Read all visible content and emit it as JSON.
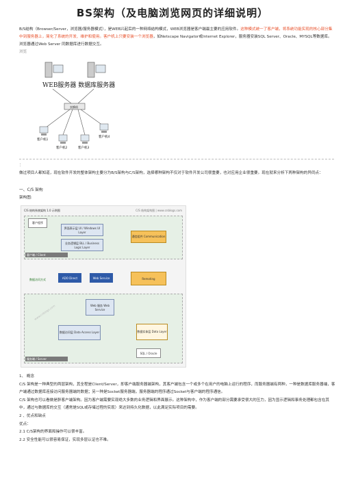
{
  "title": "BS架构（及电脑浏览网页的详细说明）",
  "intro": {
    "part1": "B/S结构（Browser/Server，浏览器/服务器模式），是WEB兴起后的一种网络结构模式，WEB浏览器是客户端最主要的应用软件。",
    "part2": "这种模式统一了客户端，将系统功能实现的核心部分集中到服务器上，简化了系统的开发、维护和使用。客户机上只要安装一个浏览器",
    "part3": "，如Netscape Navigator或Internet Explorer，服务器安装SQL Server、Oracle、MYSQL等数据库。浏览器通过Web Server 同数据库进行数据交互。",
    "more": "浏览"
  },
  "diagram1": {
    "server_label": "WEB服务器 数据库服务器",
    "hub_label": "交换机",
    "clients": [
      "客户机1",
      "客户机2",
      "客户机3",
      "客户机4"
    ]
  },
  "separator_mark": "：",
  "paragraph": "做过项目人都知道，现在软件开发的整体架构主要分为B/S架构与C/S架构，选择哪种架构不仅对于软件开发公司很重要，也对应用企业很重要。现在就来分析下两种架构的异同点：",
  "section_heading": "一、C/S 架构",
  "diagram_caption": "架构图:",
  "diagram2": {
    "header": "C/S 结构系统架构 1.0 示例图",
    "site": "C/S 结构架构图 | www.cnblogs.com",
    "client_app": "客户程序",
    "ui_layer": "界面表示层 UI / Windows UI Layer",
    "bll_layer": "业务逻辑层 BLL / Business Logic Layer",
    "comm_layer": "通信组件 Communication",
    "client_zone": "客户端 / Client",
    "ado": "ADO Direct",
    "webservice": "Web Service",
    "remoting": "Remoting",
    "access_note": "数据访问方式",
    "web_layer": "Web 服务 Web Service",
    "dal_layer": "数据访问层 Data Access Layer",
    "entity_layer": "数据实体层 Data Layer",
    "db": "SQL / Oracle",
    "server_zone": "服务端 / Server",
    "watermark": "www.cnblogs.com"
  },
  "body": {
    "concept_heading": "1、 概念",
    "concept": "C/S 架构是一种典型的两层架构，其全程是Client/Server，即客户端服务器端架构，其客户端包含一个或多个在用户的电脑上运行的程序，而服务器端有两种，一种是数据库服务器端，客户端通过数据库连接访问服务器端的数据；另一种是Socket服务器端，服务器端的程序通过Socket与客户端的程序通信。",
    "fat_client": "C/S 架构也可以看做是胖客户端架构。因为客户端需要实现绝大多数的业务逻辑和界面展示。这种架构中，作为客户端的部分需要承受很大的压力，因为显示逻辑和事务处理都包含在其中，通过与数据库的交互（通常是SQL或存储过程的实现）来达到持久化数据，以此满足实际项目的需要。",
    "pros_heading": "2 、优点和缺点",
    "pros_label": "优点：",
    "pro1": "2.1 C/S架构的界面和操作可以很丰富。",
    "pro2": "2.2 安全性能可以很容易保证，实现多层认证也不难。"
  }
}
